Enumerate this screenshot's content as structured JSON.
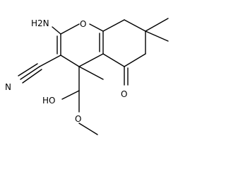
{
  "molecule": {
    "atoms": {
      "ring_oxygen": "O",
      "ketone_oxygen": "O",
      "amino": "H2N",
      "nitrile_n": "N",
      "hydroxyl": "HO",
      "methoxy_oxygen": "O"
    }
  }
}
